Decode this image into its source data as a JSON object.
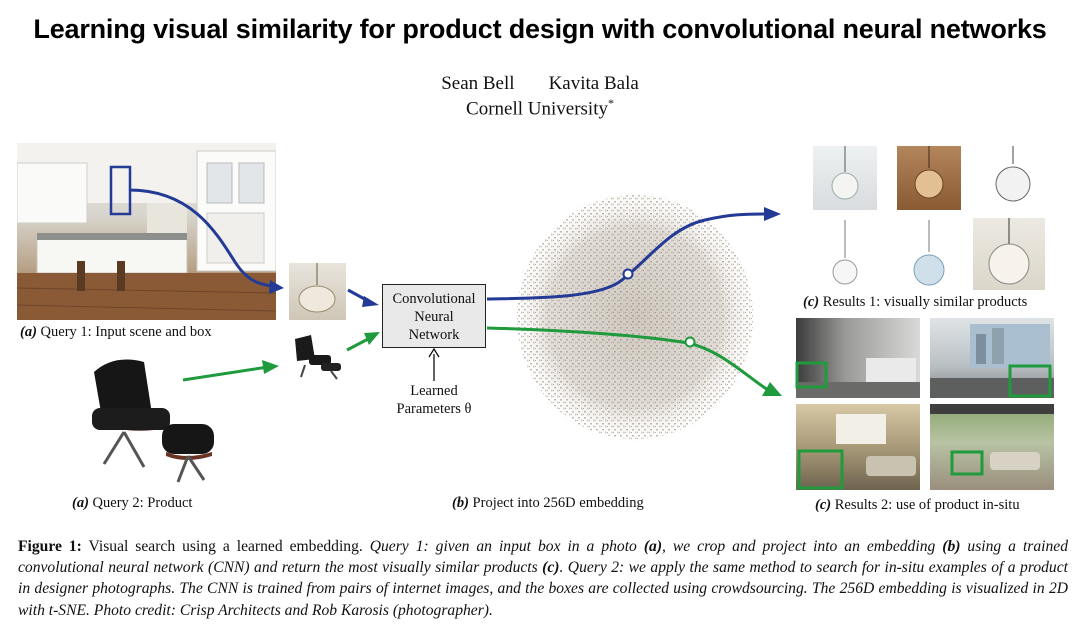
{
  "paper": {
    "title": "Learning visual similarity for product design with convolutional neural networks",
    "author1": "Sean Bell",
    "author2": "Kavita Bala",
    "affiliation": "Cornell University",
    "affiliation_mark": "*"
  },
  "figure": {
    "cnn_lines": [
      "Convolutional",
      "Neural",
      "Network"
    ],
    "param_lines": [
      "Learned",
      "Parameters θ"
    ],
    "captions": {
      "query1": {
        "tag": "(a)",
        "text": " Query 1: Input scene and box"
      },
      "query2": {
        "tag": "(a)",
        "text": " Query 2: Product"
      },
      "embedding": {
        "tag": "(b)",
        "text": " Project into 256D embedding"
      },
      "results1": {
        "tag": "(c)",
        "text": " Results 1: visually similar products"
      },
      "results2": {
        "tag": "(c)",
        "text": " Results 2: use of product in-situ"
      }
    },
    "colors": {
      "query1_arrow": "#233a96",
      "query2_arrow": "#1f9a3c",
      "result_box": "#1f9a3c"
    }
  },
  "caption": {
    "label": "Figure 1:",
    "p1": " Visual search using a learned embedding. ",
    "p2": "Query 1: given an input box in a photo ",
    "b1": "(a)",
    "p3": ", we crop and project into an embedding ",
    "b2": "(b)",
    "p4": " using a trained convolutional neural network (CNN) and return the most visually similar products ",
    "b3": "(c)",
    "p5": ". Query 2: we apply the same method to search for in-situ examples of a product in designer photographs. The CNN is trained from pairs of internet images, and the boxes are collected using crowdsourcing. The 256D embedding is visualized in 2D with t-SNE. Photo credit: Crisp Architects and Rob Karosis (photographer)."
  }
}
